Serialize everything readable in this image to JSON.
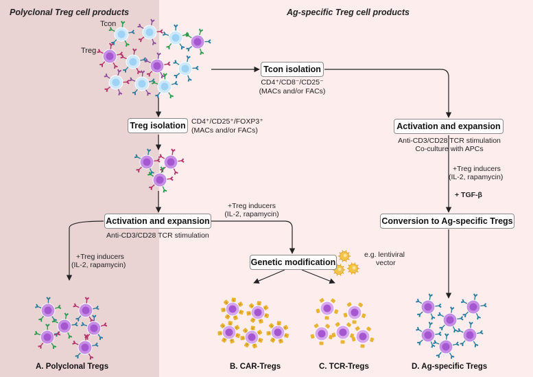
{
  "headings": {
    "left": "Polyclonal Treg cell products",
    "right": "Ag-specific Treg cell products"
  },
  "legend": {
    "tcon": "Tcon",
    "treg": "Treg"
  },
  "boxes": {
    "tcon_isolation": "Tcon isolation",
    "treg_isolation": "Treg isolation",
    "activation_left": "Activation and expansion",
    "activation_right": "Activation and expansion",
    "genetic_modification": "Genetic modification",
    "conversion": "Conversion to Ag-specific Tregs"
  },
  "notes": {
    "tcon_markers": "CD4⁺/CD8⁻/CD25⁻",
    "tcon_method": "(MACs and/or FACs)",
    "treg_markers": "CD4⁺/CD25⁺/FOXP3⁺",
    "treg_method": "(MACs and/or FACs)",
    "stim_left": "Anti-CD3/CD28 TCR stimulation",
    "stim_right": "Anti-CD3/CD28 TCR stimulation",
    "coculture": "Co-culture with APCs",
    "inducers_mid": "+Treg inducers",
    "inducers_mid_2": "(IL-2, rapamycin)",
    "inducers_left": "+Treg inducers",
    "inducers_left_2": "(IL-2, rapamycin)",
    "inducers_right": "+Treg inducers",
    "inducers_right_2": "(IL-2, rapamycin)",
    "tgf": "+ TGF-β",
    "vector": "e.g. lentiviral",
    "vector_2": "vector"
  },
  "captions": {
    "a": "A. Polyclonal Tregs",
    "b": "B. CAR-Tregs",
    "c": "C. TCR-Tregs",
    "d": "D. Ag-specific Tregs"
  },
  "colors": {
    "left_panel": "#ead3d3",
    "right_panel": "#fdeded",
    "treg_cell": "#c78ee6",
    "treg_nucleus": "#a557cf",
    "tcon_cell": "#cfe9fb",
    "tcon_nucleus": "#9fd3f5",
    "receptor_blue": "#2a7d9e",
    "receptor_magenta": "#b3336a",
    "receptor_green": "#2e9a4e",
    "receptor_purple": "#8a4d9c",
    "car_gold": "#e9b434",
    "virus": "#f4c44a"
  }
}
